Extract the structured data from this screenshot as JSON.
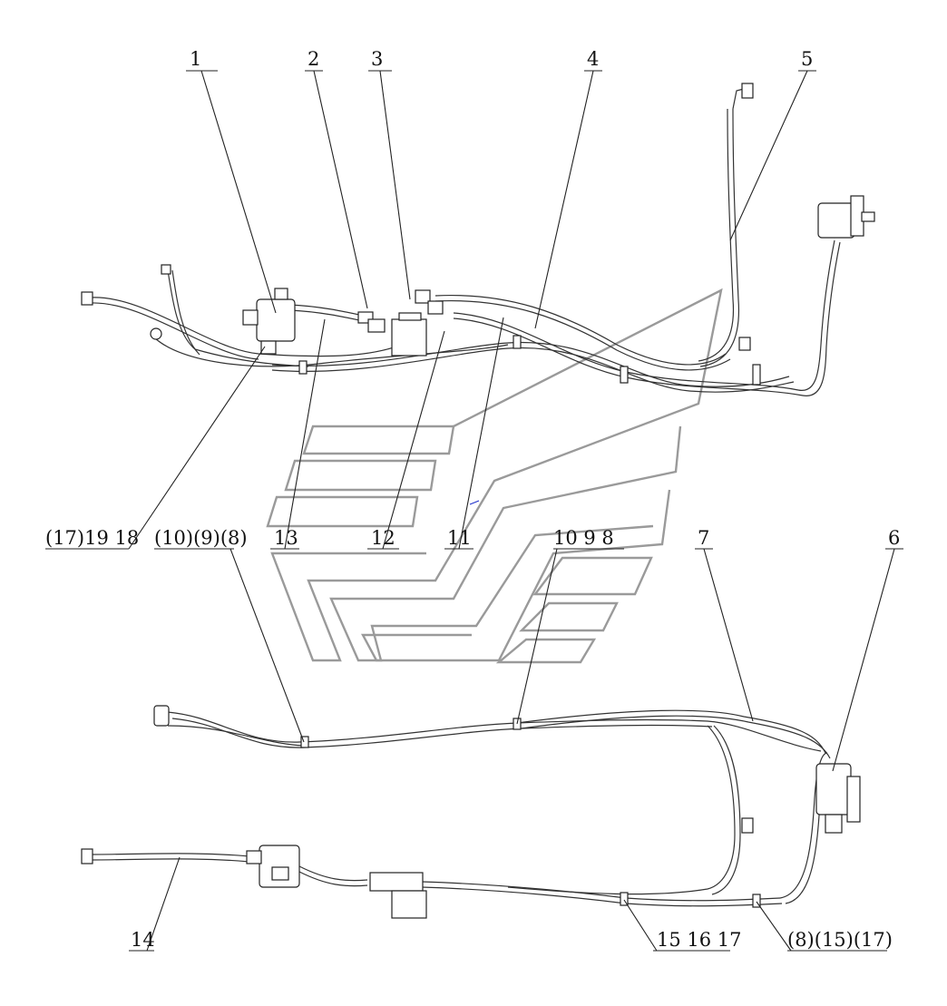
{
  "drawing": {
    "callouts": {
      "c1": "1",
      "c2": "2",
      "c3": "3",
      "c4": "4",
      "c5": "5",
      "c6": "6",
      "c7": "7",
      "c13": "13",
      "c12": "12",
      "c11": "11",
      "c14": "14",
      "c17_19_18": "(17)19 18",
      "c10_9_8_paren": "(10)(9)(8)",
      "c10_9_8": "10 9 8",
      "c15_16_17": "15 16 17",
      "c8_15_17_paren": "(8)(15)(17)"
    }
  }
}
